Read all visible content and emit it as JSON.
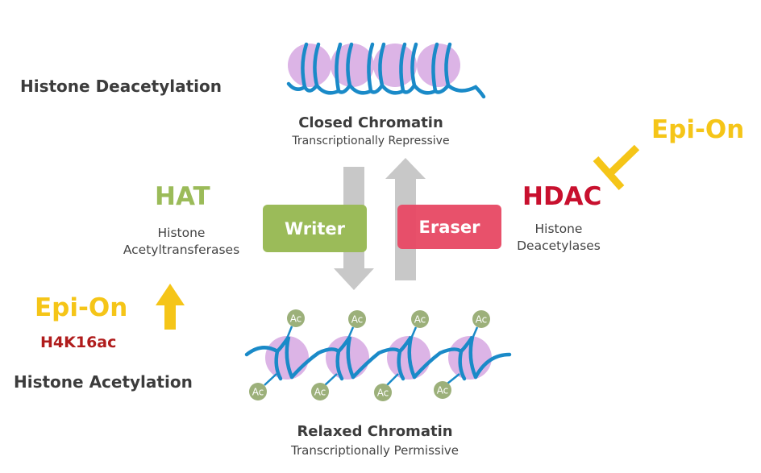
{
  "top_state": {
    "process_label": "Histone Deacetylation",
    "title": "Closed Chromatin",
    "subtitle": "Transcriptionally Repressive"
  },
  "bottom_state": {
    "process_label": "Histone Acetylation",
    "title": "Relaxed Chromatin",
    "subtitle": "Transcriptionally Permissive"
  },
  "writer": {
    "acronym": "HAT",
    "name_line1": "Histone",
    "name_line2": "Acetyltransferases",
    "role": "Writer",
    "color": "#9bbb59"
  },
  "eraser": {
    "acronym": "HDAC",
    "name_line1": "Histone",
    "name_line2": "Deacetylases",
    "role": "Eraser",
    "color": "#e84a66",
    "acronym_color": "#c8102e"
  },
  "epi_on_left": {
    "label": "Epi-On",
    "mark": "H4K16ac",
    "effect": "up-arrow-icon"
  },
  "epi_on_right": {
    "label": "Epi-On",
    "effect": "inhibition-t-bar-icon"
  },
  "acetyl_tag": "Ac",
  "colors": {
    "accent_yellow": "#f5c518",
    "nucleosome": "#dcb4e6",
    "dna": "#1a8ac8",
    "arrow_gray": "#c8c8c8",
    "mark_red": "#b01c1c",
    "acetyl": "#9cb07a"
  }
}
